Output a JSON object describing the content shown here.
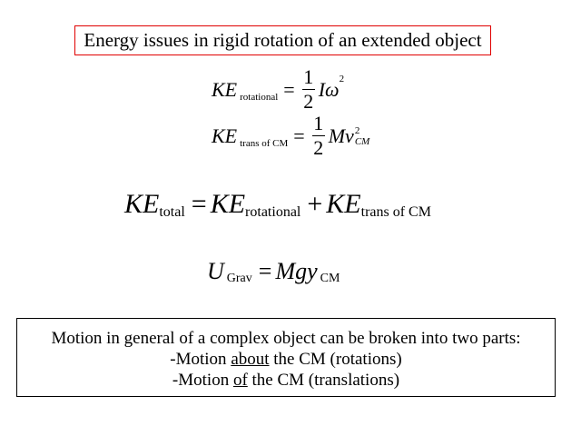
{
  "title": "Energy issues in rigid rotation of an extended object",
  "eq1": {
    "lhs": "KE",
    "sub": "rotational",
    "eq": "=",
    "num": "1",
    "den": "2",
    "rhs": "Iω",
    "sup": "2"
  },
  "eq2": {
    "lhs": "KE",
    "sub": "trans of CM",
    "eq": "=",
    "num": "1",
    "den": "2",
    "rhs": "Mv",
    "sup": "2",
    "rsub": "CM"
  },
  "eq3": {
    "t1": "KE",
    "s1": "total",
    "eq": "=",
    "t2": "KE",
    "s2": "rotational",
    "plus": "+",
    "t3": "KE",
    "s3": "trans of CM"
  },
  "eq4": {
    "t1": "U",
    "s1": "Grav",
    "eq": "=",
    "t2": "Mgy",
    "s2": "CM"
  },
  "box": {
    "line1": "Motion in general of a complex object can be broken into two parts:",
    "line2_pre": "-Motion ",
    "line2_u": "about",
    "line2_post": " the CM (rotations)",
    "line3_pre": "-Motion ",
    "line3_u": "of",
    "line3_post": " the CM (translations)"
  }
}
